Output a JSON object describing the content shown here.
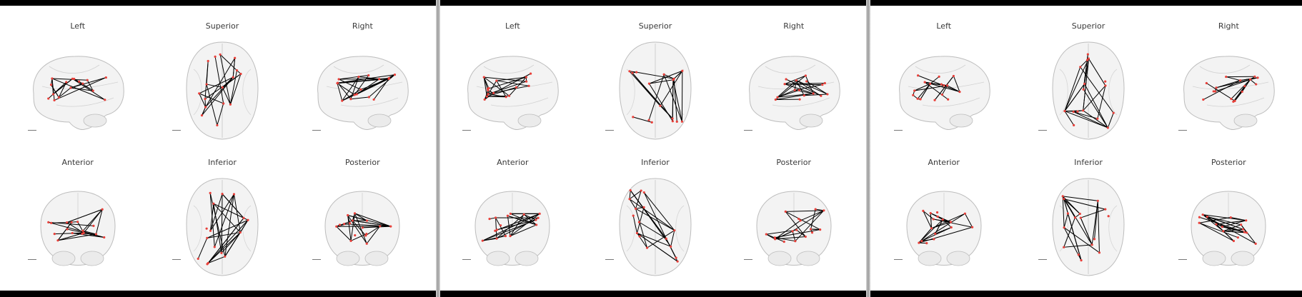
{
  "panels": [
    {
      "views": [
        {
          "title": "Left",
          "kind": "side"
        },
        {
          "title": "Superior",
          "kind": "top"
        },
        {
          "title": "Right",
          "kind": "side"
        },
        {
          "title": "Anterior",
          "kind": "front"
        },
        {
          "title": "Inferior",
          "kind": "top"
        },
        {
          "title": "Posterior",
          "kind": "front"
        }
      ]
    },
    {
      "views": [
        {
          "title": "Left",
          "kind": "side"
        },
        {
          "title": "Superior",
          "kind": "top"
        },
        {
          "title": "Right",
          "kind": "side"
        },
        {
          "title": "Anterior",
          "kind": "front"
        },
        {
          "title": "Inferior",
          "kind": "top"
        },
        {
          "title": "Posterior",
          "kind": "front"
        }
      ]
    },
    {
      "views": [
        {
          "title": "Left",
          "kind": "side"
        },
        {
          "title": "Superior",
          "kind": "top"
        },
        {
          "title": "Right",
          "kind": "side"
        },
        {
          "title": "Anterior",
          "kind": "front"
        },
        {
          "title": "Inferior",
          "kind": "top"
        },
        {
          "title": "Posterior",
          "kind": "front"
        }
      ]
    }
  ],
  "colors": {
    "brain_fill": "#f3f3f3",
    "brain_outline": "#bdbdbd",
    "edge": "#000000",
    "node": "#e8403a",
    "window_bar": "#000000"
  }
}
